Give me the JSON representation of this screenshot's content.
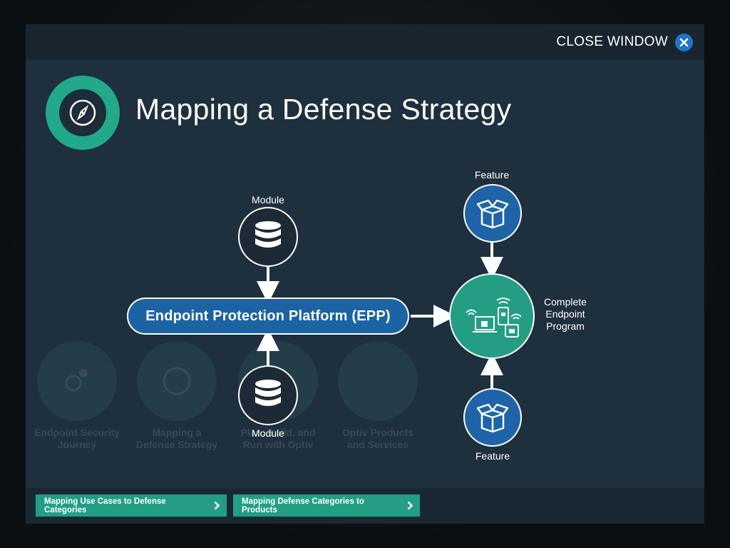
{
  "header": {
    "close_label": "CLOSE WINDOW",
    "close_icon": "close-icon"
  },
  "title": "Mapping a Defense Strategy",
  "title_icon": "compass-icon",
  "diagram": {
    "module_top_label": "Module",
    "module_bottom_label": "Module",
    "feature_top_label": "Feature",
    "feature_bottom_label": "Feature",
    "epp_label": "Endpoint Protection Platform (EPP)",
    "program_label": "Complete Endpoint Program",
    "module_icon": "database-icon",
    "feature_icon": "open-box-icon",
    "program_icon": "connected-devices-lock-icon"
  },
  "background_menu": {
    "items": [
      {
        "label": "Endpoint Security Journey"
      },
      {
        "label": "Mapping a Defense Strategy"
      },
      {
        "label": "Plan, Build, and Run with Optiv"
      },
      {
        "label": "Optiv Products and Services"
      }
    ]
  },
  "footer": {
    "buttons": [
      {
        "label": "Mapping Use Cases to Defense Categories"
      },
      {
        "label": "Mapping Defense Categories to Products"
      }
    ]
  },
  "colors": {
    "accent_teal": "#239e84",
    "accent_blue": "#1c63a3",
    "close_blue": "#1f74c8",
    "panel": "#1e2f3e"
  }
}
